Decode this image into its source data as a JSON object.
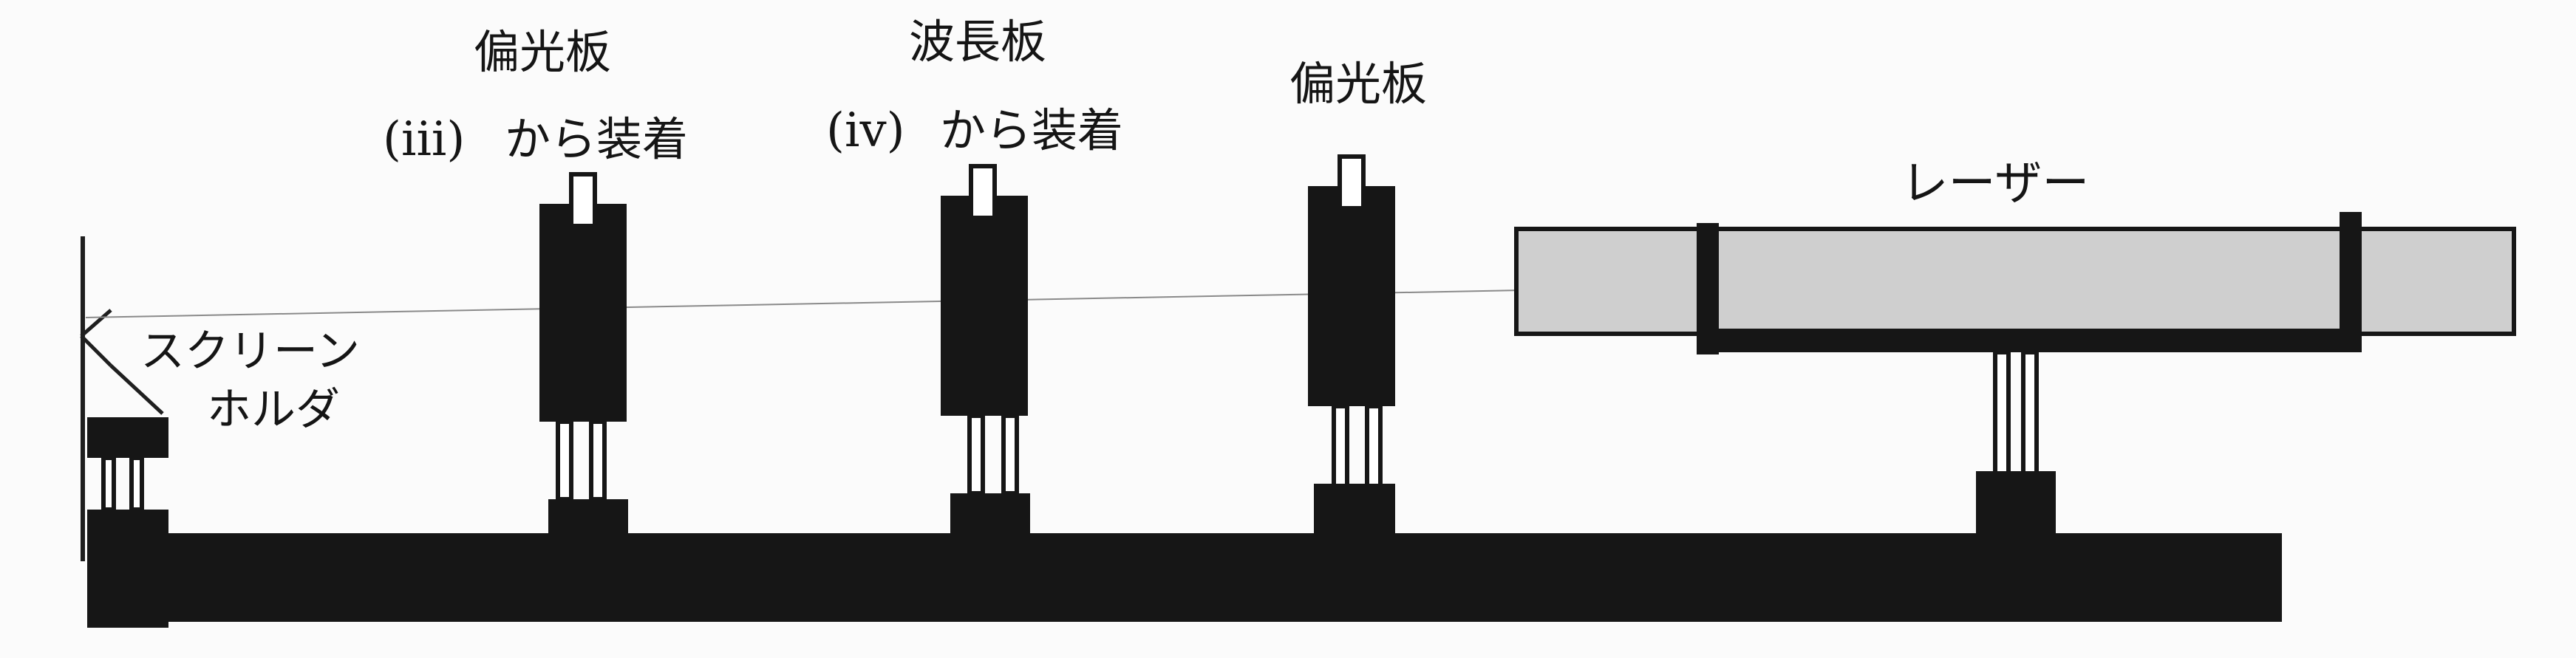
{
  "diagram": {
    "labels": {
      "polarizer_iii": {
        "name": "偏光板",
        "step": "(iii)",
        "action": "から装着"
      },
      "waveplate_iv": {
        "name": "波長板",
        "step": "(iv)",
        "action": "から装着"
      },
      "polarizer_right": {
        "name": "偏光板"
      },
      "laser": "レーザー",
      "screen_holder_line1": "スクリーン",
      "screen_holder_line2": "ホルダ"
    },
    "colors": {
      "component_fill": "#161616",
      "laser_body": "#cfcfcf",
      "beam_line": "#8a8a8a",
      "background": "#fbfbfb"
    }
  }
}
